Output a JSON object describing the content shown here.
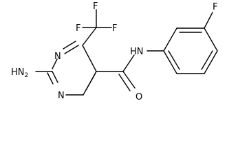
{
  "structure": {
    "atoms": {
      "f_top": "F",
      "f_left": "F",
      "f_right": "F",
      "n_ring_upper": "N",
      "n_ring_lower": "N",
      "nh2_h": "H",
      "nh2_n": "N",
      "nh2_sub": "2",
      "amide_h": "H",
      "amide_n": "N",
      "carbonyl_o": "O",
      "f_phenyl": "F"
    }
  }
}
